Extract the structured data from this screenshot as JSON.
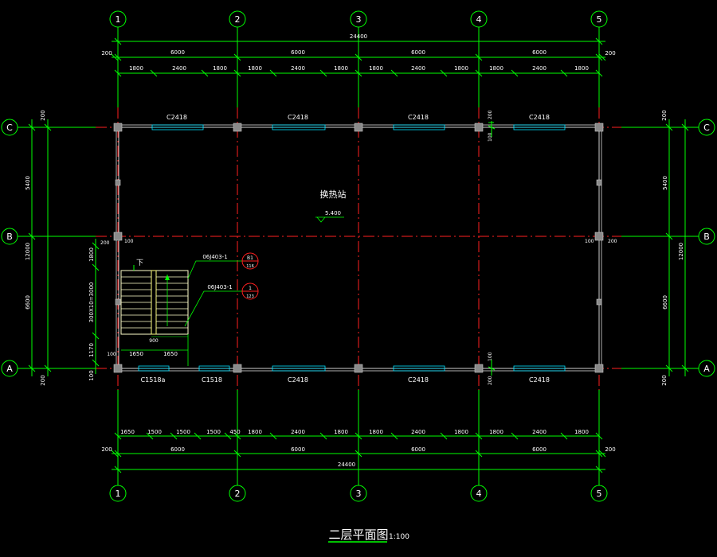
{
  "title": {
    "main": "二层平面图",
    "scale": "1:100"
  },
  "room": {
    "name": "换热站",
    "elevation": "5.400"
  },
  "axes": {
    "cols": [
      "1",
      "2",
      "3",
      "4",
      "5"
    ],
    "rows": [
      "C",
      "B",
      "A"
    ]
  },
  "dims": {
    "top_total": "24400",
    "top_mid": [
      "6000",
      "6000",
      "6000",
      "6000"
    ],
    "top_edge": "200",
    "top_fine": [
      "1800",
      "2400",
      "1800",
      "1800",
      "2400",
      "1800",
      "1800",
      "2400",
      "1800",
      "1800",
      "2400",
      "1800"
    ],
    "bot_fine": [
      "1650",
      "1500",
      "1500",
      "1500",
      "450",
      "1800",
      "2400",
      "1800",
      "1800",
      "2400",
      "1800",
      "1800",
      "2400",
      "1800"
    ],
    "bot_mid": [
      "6000",
      "6000",
      "6000",
      "6000"
    ],
    "bot_total": "24400",
    "bot_edge": "200",
    "side_big": [
      "5400",
      "6600"
    ],
    "side_total": "12000",
    "side_edge": "200",
    "stair_vert": [
      "1800",
      "300X10=3000",
      "1170"
    ],
    "stair_horiz": [
      "1650",
      "1650"
    ],
    "stair_gap": "100",
    "stair_small": [
      "100",
      "900"
    ],
    "wall_marks": [
      "100",
      "200",
      "100",
      "200"
    ],
    "stair_text": "下"
  },
  "windows": {
    "top": [
      "C2418",
      "C2418",
      "C2418",
      "C2418"
    ],
    "bottom": [
      "C1518a",
      "C1518",
      "C2418",
      "C2418",
      "C2418"
    ]
  },
  "callouts": [
    {
      "label": "06J403-1",
      "num": "B1",
      "sub": "116"
    },
    {
      "label": "06J403-1",
      "num": "1",
      "sub": "123"
    }
  ]
}
